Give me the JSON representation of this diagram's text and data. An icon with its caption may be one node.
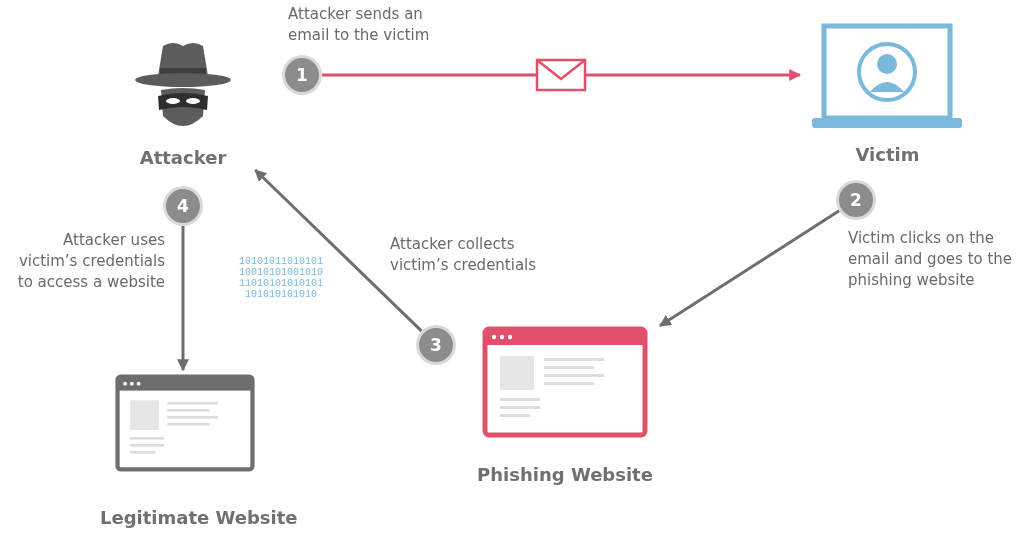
{
  "diagram": {
    "nodes": [
      {
        "text": [
          "Attacker"
        ]
      },
      {
        "text": [
          "Victim"
        ]
      },
      {
        "text": [
          "Phishing Website"
        ]
      },
      {
        "text": [
          "Legitimate Website"
        ]
      },
      {
        "text": [
          "1"
        ],
        "beside": [
          "Attacker sends an email to the victim"
        ]
      },
      {
        "text": [
          "2"
        ],
        "beside": [
          "Victim clicks on the email and goes to the phishing website"
        ]
      },
      {
        "text": [
          "3"
        ],
        "beside": [
          "Attacker collects victim’s credentials"
        ]
      },
      {
        "text": [
          "4"
        ],
        "beside": [
          "Attacker uses victim’s credentials to access a website"
        ]
      }
    ],
    "edges": [
      {
        "from": 4,
        "to": 1,
        "arrow": "to",
        "color": "#e0506a"
      },
      {
        "from": 5,
        "to": 2,
        "arrow": "to"
      },
      {
        "from": 6,
        "to": 0,
        "arrow": "to"
      },
      {
        "from": 7,
        "to": 3,
        "arrow": "to"
      }
    ],
    "labels": [
      "10101011010101 10010101001010 11010101010101 101010101010"
    ]
  }
}
